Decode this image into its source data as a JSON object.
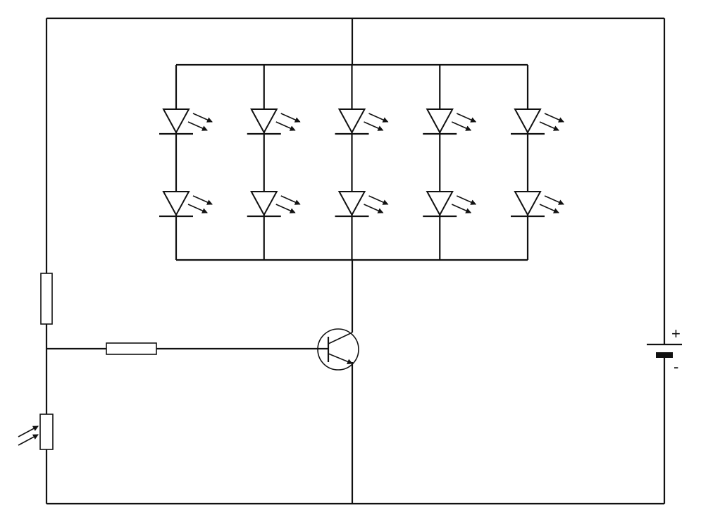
{
  "diagram": {
    "type": "circuit-schematic",
    "battery": {
      "plus_label": "+",
      "minus_label": "-"
    },
    "components": [
      "led-array",
      "base-resistor",
      "bias-resistor",
      "photoresistor",
      "npn-transistor",
      "battery"
    ],
    "led_array": {
      "columns": 5,
      "rows": 2
    },
    "colors": {
      "line": "#111111",
      "background": "#ffffff",
      "component_fill": "#ffffff"
    }
  }
}
